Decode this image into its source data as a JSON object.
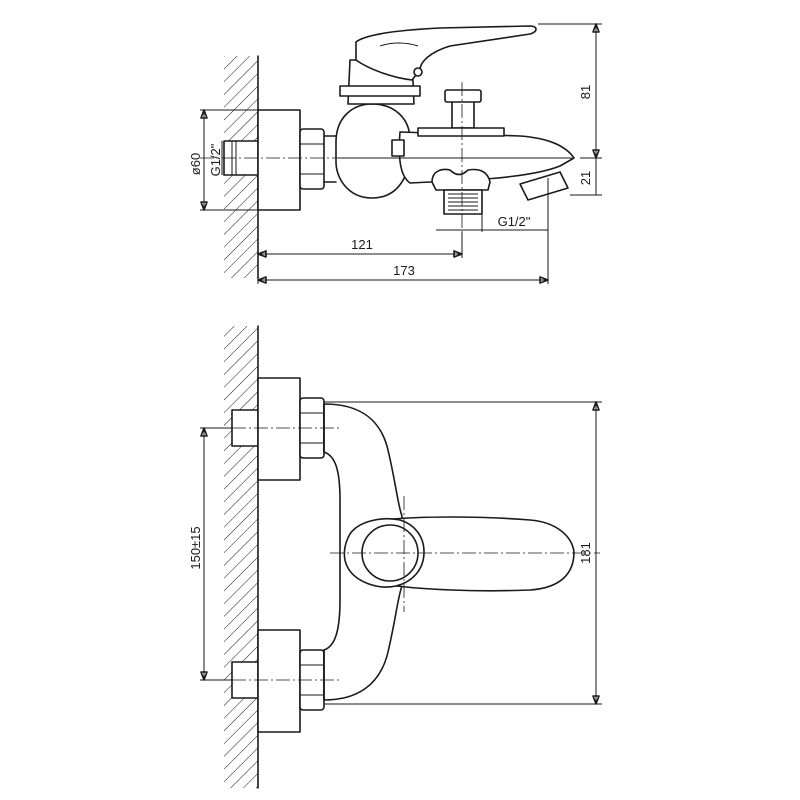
{
  "drawing": {
    "dimensions": {
      "side_height_81": "81",
      "side_height_21": "21",
      "side_width_121": "121",
      "side_width_173": "173",
      "side_diameter": "ø60",
      "side_thread_wall": "G1/2\"",
      "side_thread_outlet": "G1/2\"",
      "top_spacing": "150±15",
      "top_width_181": "181"
    }
  }
}
